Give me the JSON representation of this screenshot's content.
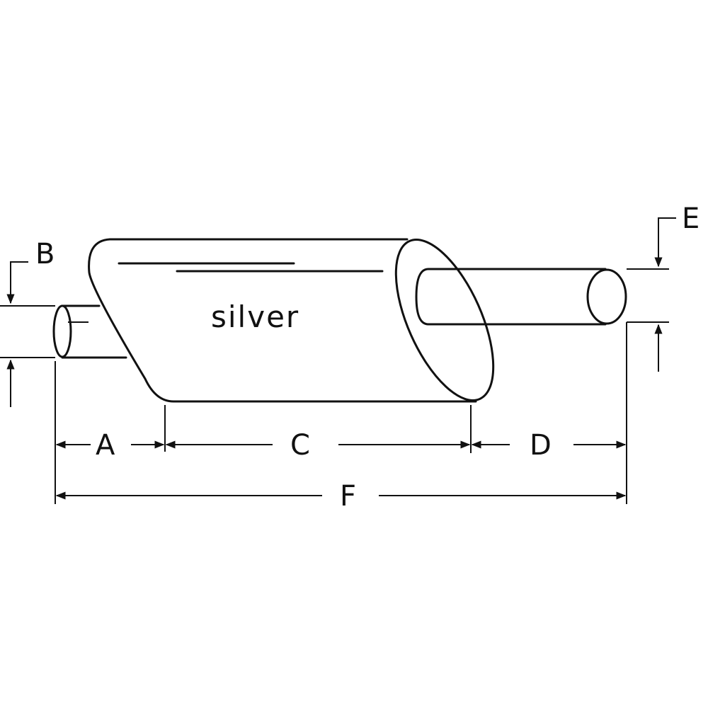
{
  "body_text": "silver",
  "dimensions": {
    "a": "A",
    "b": "B",
    "c": "C",
    "d": "D",
    "e": "E",
    "f": "F"
  },
  "colors": {
    "line": "#111111",
    "background": "#ffffff"
  }
}
